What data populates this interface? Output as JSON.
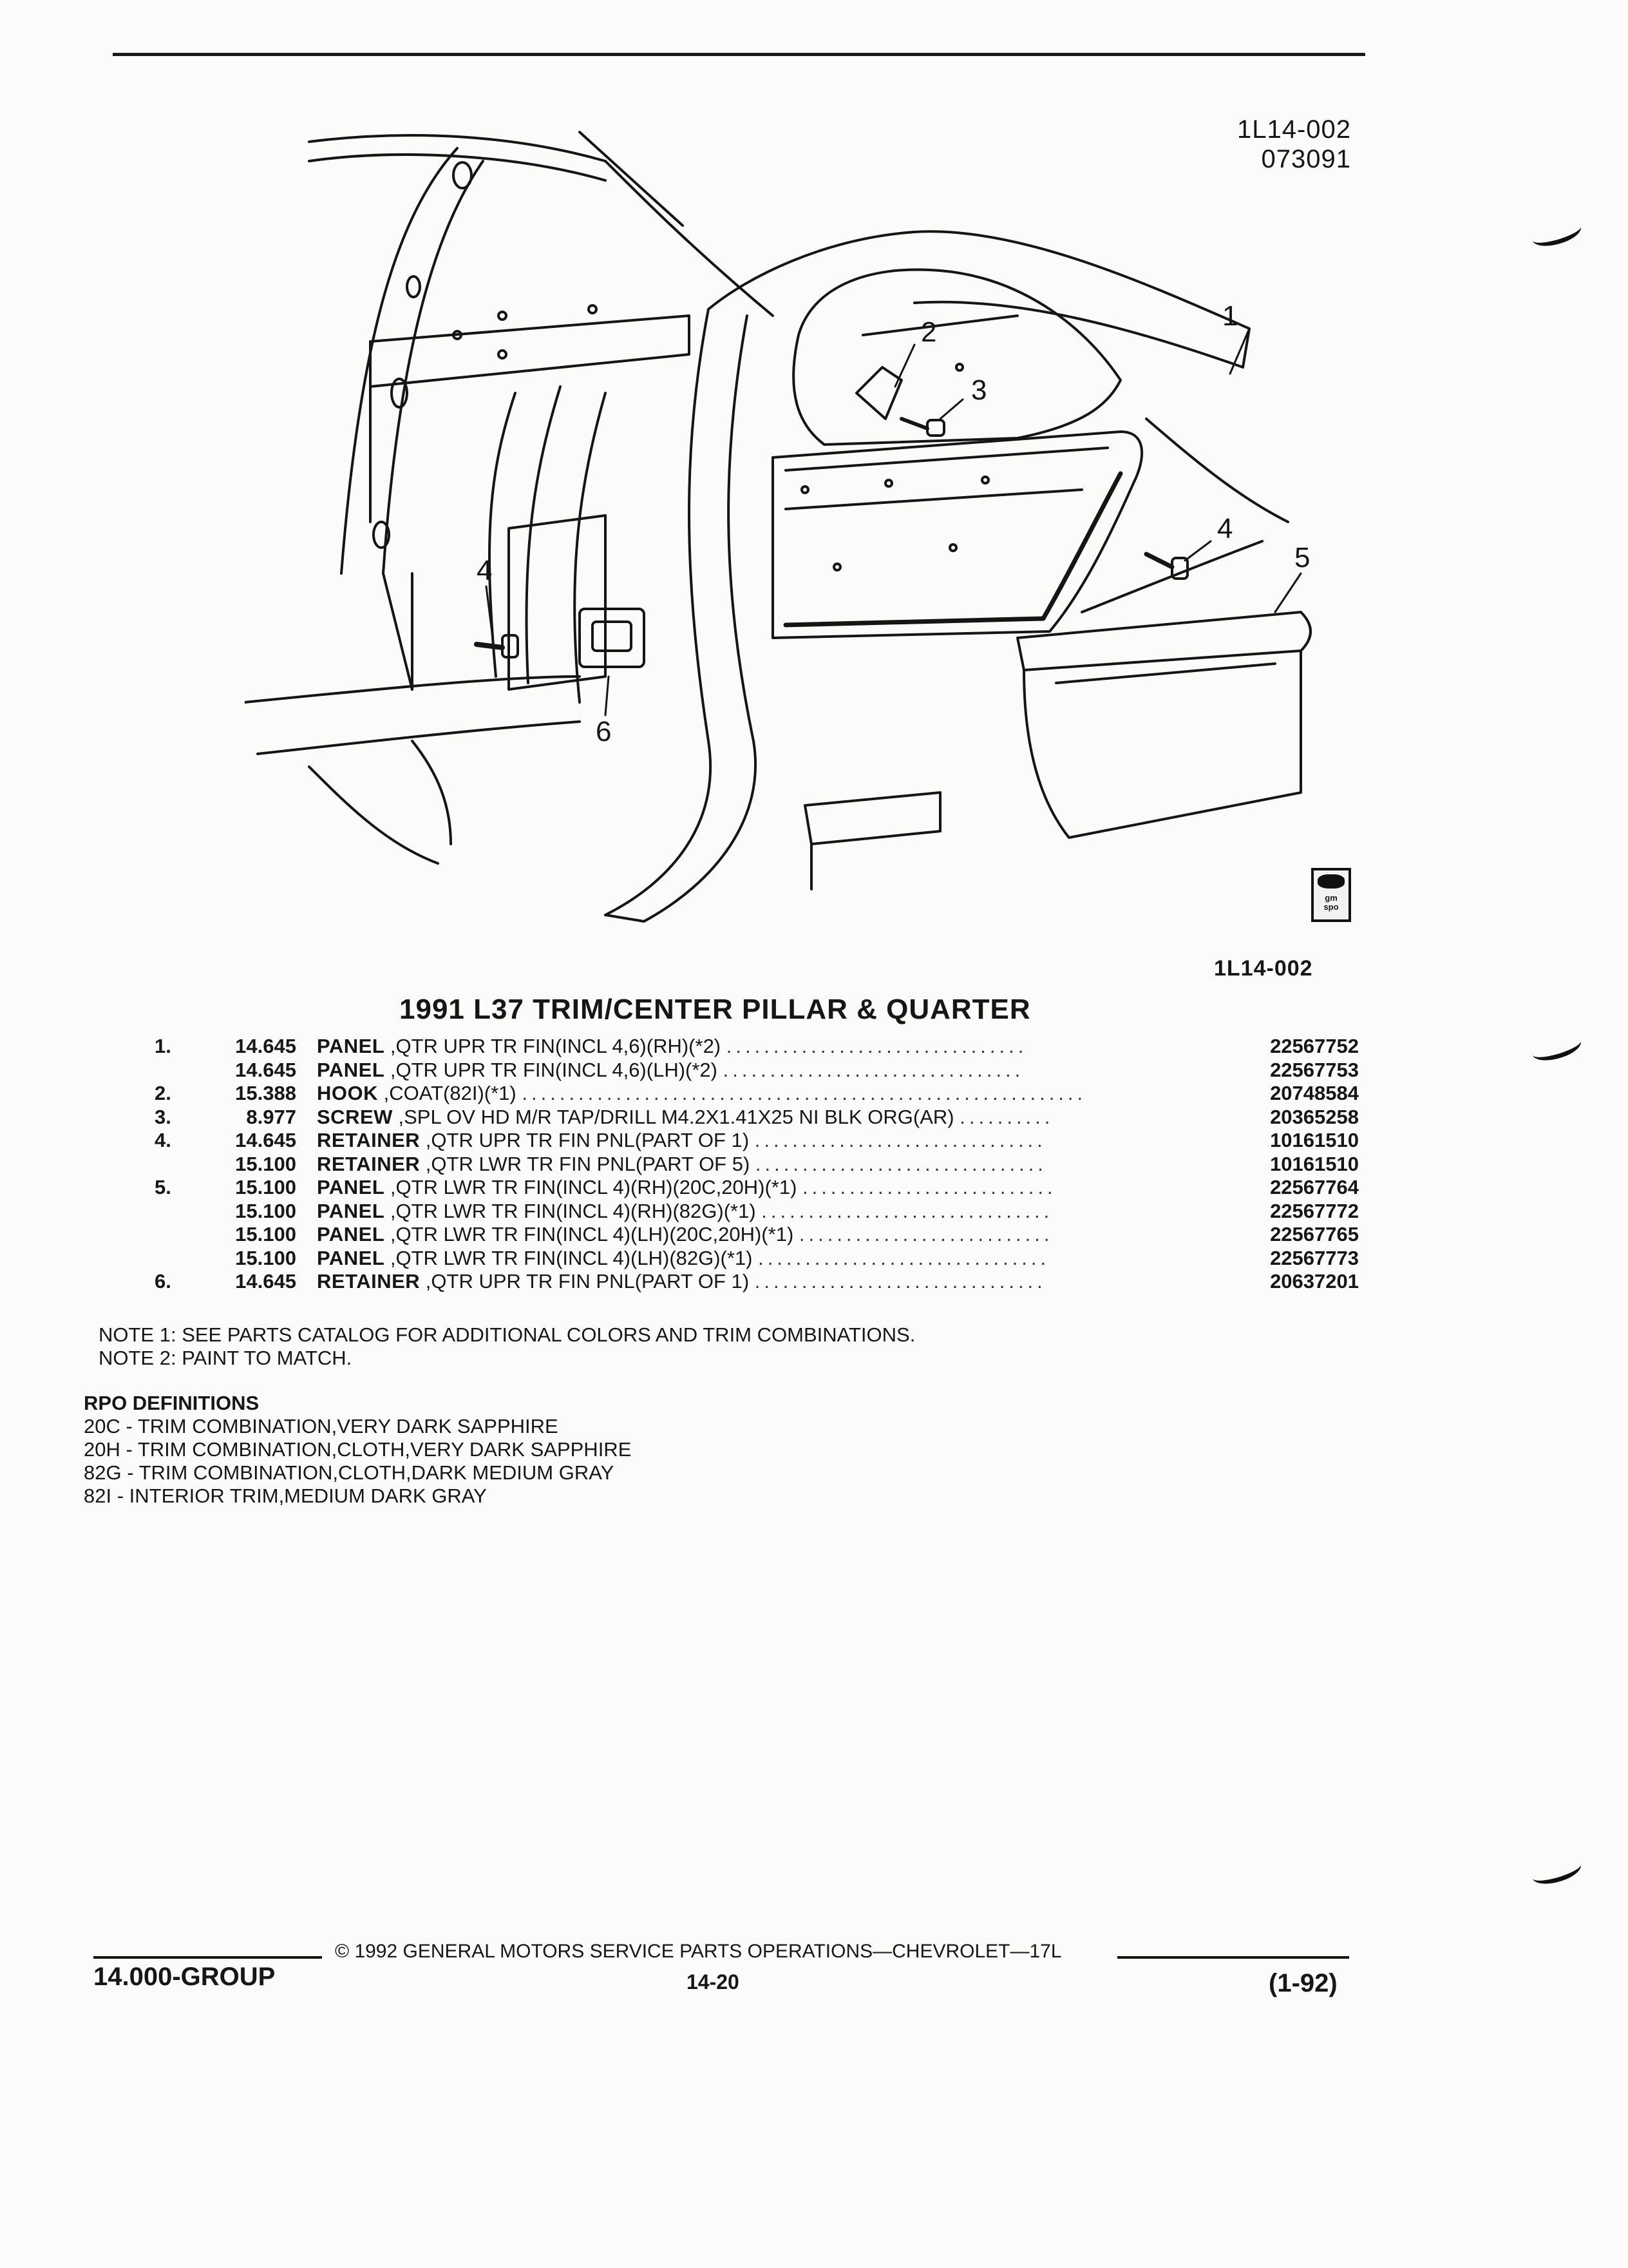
{
  "header": {
    "figure_code": "1L14-002",
    "figure_date": "073091"
  },
  "illustration": {
    "callouts": [
      "1",
      "2",
      "3",
      "4",
      "4",
      "5",
      "6"
    ],
    "figure_code_bottom": "1L14-002",
    "badge_text": "gm spo"
  },
  "title": "1991 L37 TRIM/CENTER PILLAR & QUARTER",
  "parts": [
    {
      "index": "1.",
      "qty": "14.645",
      "name": "PANEL",
      "spec": ",QTR UPR TR FIN(INCL 4,6)(RH)(*2)",
      "leader": "................................",
      "part_no": "22567752"
    },
    {
      "index": "",
      "qty": "14.645",
      "name": "PANEL",
      "spec": ",QTR UPR TR FIN(INCL 4,6)(LH)(*2)",
      "leader": "................................",
      "part_no": "22567753"
    },
    {
      "index": "2.",
      "qty": "15.388",
      "name": "HOOK",
      "spec": ",COAT(82I)(*1)",
      "leader": "............................................................",
      "part_no": "20748584"
    },
    {
      "index": "3.",
      "qty": "8.977",
      "name": "SCREW",
      "spec": ",SPL OV HD M/R TAP/DRILL M4.2X1.41X25 NI BLK ORG(AR)",
      "leader": "..........",
      "part_no": "20365258"
    },
    {
      "index": "4.",
      "qty": "14.645",
      "name": "RETAINER",
      "spec": ",QTR UPR TR FIN PNL(PART OF 1)",
      "leader": "...............................",
      "part_no": "10161510"
    },
    {
      "index": "",
      "qty": "15.100",
      "name": "RETAINER",
      "spec": ",QTR LWR TR FIN PNL(PART OF 5)",
      "leader": "...............................",
      "part_no": "10161510"
    },
    {
      "index": "5.",
      "qty": "15.100",
      "name": "PANEL",
      "spec": ",QTR LWR TR FIN(INCL 4)(RH)(20C,20H)(*1)",
      "leader": "...........................",
      "part_no": "22567764"
    },
    {
      "index": "",
      "qty": "15.100",
      "name": "PANEL",
      "spec": ",QTR LWR TR FIN(INCL 4)(RH)(82G)(*1)",
      "leader": "...............................",
      "part_no": "22567772"
    },
    {
      "index": "",
      "qty": "15.100",
      "name": "PANEL",
      "spec": ",QTR LWR TR FIN(INCL 4)(LH)(20C,20H)(*1)",
      "leader": "...........................",
      "part_no": "22567765"
    },
    {
      "index": "",
      "qty": "15.100",
      "name": "PANEL",
      "spec": ",QTR LWR TR FIN(INCL 4)(LH)(82G)(*1)",
      "leader": "...............................",
      "part_no": "22567773"
    },
    {
      "index": "6.",
      "qty": "14.645",
      "name": "RETAINER",
      "spec": ",QTR UPR TR FIN PNL(PART OF 1)",
      "leader": "...............................",
      "part_no": "20637201"
    }
  ],
  "notes": [
    "NOTE  1:  SEE PARTS CATALOG FOR ADDITIONAL COLORS AND TRIM COMBINATIONS.",
    "NOTE  2:  PAINT TO MATCH."
  ],
  "rpo": {
    "heading": "RPO DEFINITIONS",
    "items": [
      "20C - TRIM COMBINATION,VERY DARK SAPPHIRE",
      "20H - TRIM COMBINATION,CLOTH,VERY DARK SAPPHIRE",
      "82G - TRIM COMBINATION,CLOTH,DARK MEDIUM GRAY",
      "82I - INTERIOR TRIM,MEDIUM DARK GRAY"
    ]
  },
  "footer": {
    "copyright": "©  1992  GENERAL MOTORS SERVICE PARTS OPERATIONS—CHEVROLET—17L",
    "group": "14.000-GROUP",
    "page": "14-20",
    "date": "(1-92)"
  }
}
